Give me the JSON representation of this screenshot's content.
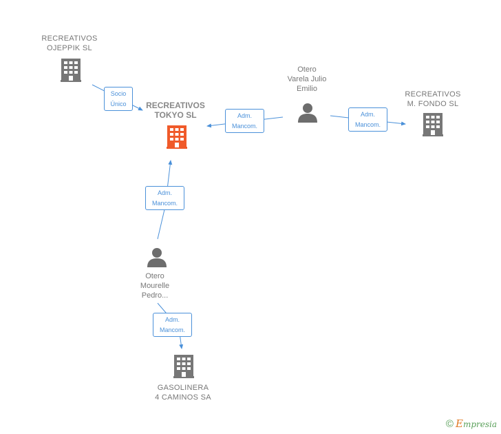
{
  "colors": {
    "focus_company": "#f05a2a",
    "company": "#777777",
    "person": "#6d6d6d",
    "edge": "#4a90d9"
  },
  "nodes": {
    "ojeppik": {
      "label": "RECREATIVOS\nOJEPPIK SL",
      "icon": "building-icon"
    },
    "tokyo": {
      "label": "RECREATIVOS\nTOKYO SL",
      "icon": "building-icon"
    },
    "fondo": {
      "label": "RECREATIVOS\nM. FONDO SL",
      "icon": "building-icon"
    },
    "gasolinera": {
      "label": "GASOLINERA\n4 CAMINOS SA",
      "icon": "building-icon"
    },
    "varela": {
      "label": "Otero\nVarela Julio\nEmilio",
      "icon": "person-icon"
    },
    "mourelle": {
      "label": "Otero\nMourelle\nPedro...",
      "icon": "person-icon"
    }
  },
  "edges": {
    "ojeppik_tokyo": "Socio\nÚnico",
    "varela_tokyo": "Adm.\nMancom.",
    "varela_fondo": "Adm.\nMancom.",
    "mourelle_tokyo": "Adm.\nMancom.",
    "mourelle_gasolinera": "Adm.\nMancom."
  },
  "watermark": {
    "symbol": "©",
    "brand_first": "E",
    "brand_rest": "mpresia"
  }
}
